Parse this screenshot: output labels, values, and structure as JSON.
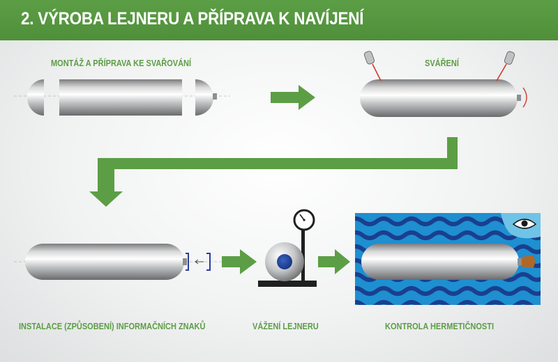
{
  "header": {
    "title": "2.  VÝROBA LEJNERU A PŘÍPRAVA K NAVÍJENÍ"
  },
  "steps": [
    {
      "label": "MONTÁŽ A PŘÍPRAVA KE SVAŘOVÁNÍ"
    },
    {
      "label": "SVÁŘENÍ"
    },
    {
      "label": "INSTALACE (ZPŮSOBENÍ) INFORMAČNÍCH ZNAKŮ"
    },
    {
      "label": "VÁŽENÍ LEJNERU"
    },
    {
      "label": "KONTROLA HERMETIČNOSTI"
    }
  ],
  "colors": {
    "accent_green": "#5c9e45",
    "water_blue": "#1e8fd0",
    "water_dark": "#1a3f8f",
    "weld_red": "#d23a2a",
    "bracket_blue": "#2a3f9a",
    "plug_orange": "#b0682a"
  },
  "icons": [
    "arrow-right-icon",
    "arrow-down-icon",
    "scale-gauge-icon",
    "eye-icon",
    "welding-torch-icon"
  ]
}
